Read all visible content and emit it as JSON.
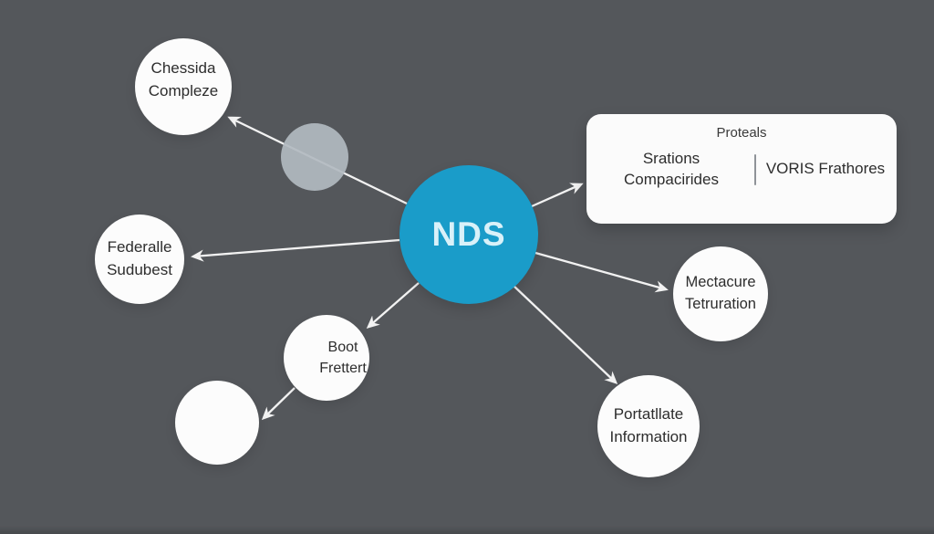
{
  "diagram": {
    "background_color": "#54575b",
    "accent_color": "#1a9cc9",
    "line_color": "#f2f2f2",
    "node_fill": "#fcfcfc",
    "ghost_fill": "#b2bac0",
    "center": {
      "label": "NDS"
    },
    "nodes": [
      {
        "id": "chessida-compleze",
        "label": "Chessida\nCompleze"
      },
      {
        "id": "federalle-sudubest",
        "label": "Federalle\nSudubest"
      },
      {
        "id": "boot-frettert",
        "label": "Boot\nFrettert"
      },
      {
        "id": "unlabeled-node",
        "label": ""
      },
      {
        "id": "mectacure-tetruration",
        "label": "Mectacure\nTetruration"
      },
      {
        "id": "portatllate-information",
        "label": "Portatllate\nInformation"
      }
    ],
    "box": {
      "title": "Proteals",
      "left_item": "Srations\nCompacirides",
      "right_item": "VORIS Frathores"
    }
  }
}
